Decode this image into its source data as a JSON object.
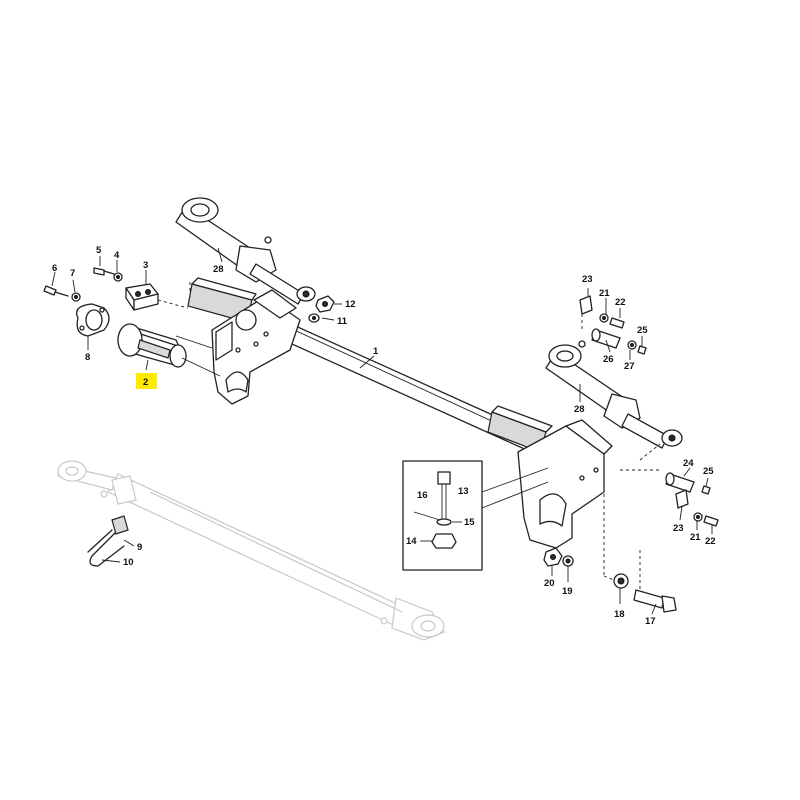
{
  "callouts": [
    {
      "id": "p1",
      "text": "1"
    },
    {
      "id": "p2",
      "text": "2",
      "highlighted": true
    },
    {
      "id": "p3",
      "text": "3"
    },
    {
      "id": "p4",
      "text": "4"
    },
    {
      "id": "p5",
      "text": "5"
    },
    {
      "id": "p6",
      "text": "6"
    },
    {
      "id": "p7",
      "text": "7"
    },
    {
      "id": "p8",
      "text": "8"
    },
    {
      "id": "p9",
      "text": "9"
    },
    {
      "id": "p10",
      "text": "10"
    },
    {
      "id": "p11",
      "text": "11"
    },
    {
      "id": "p12",
      "text": "12"
    },
    {
      "id": "p13",
      "text": "13"
    },
    {
      "id": "p14",
      "text": "14"
    },
    {
      "id": "p15",
      "text": "15"
    },
    {
      "id": "p16",
      "text": "16"
    },
    {
      "id": "p17",
      "text": "17"
    },
    {
      "id": "p18",
      "text": "18"
    },
    {
      "id": "p19",
      "text": "19"
    },
    {
      "id": "p20",
      "text": "20"
    },
    {
      "id": "p21a",
      "text": "21"
    },
    {
      "id": "p21b",
      "text": "21"
    },
    {
      "id": "p22a",
      "text": "22"
    },
    {
      "id": "p22b",
      "text": "22"
    },
    {
      "id": "p23a",
      "text": "23"
    },
    {
      "id": "p23b",
      "text": "23"
    },
    {
      "id": "p24",
      "text": "24"
    },
    {
      "id": "p25a",
      "text": "25"
    },
    {
      "id": "p25b",
      "text": "25"
    },
    {
      "id": "p26",
      "text": "26"
    },
    {
      "id": "p27",
      "text": "27"
    },
    {
      "id": "p28a",
      "text": "28"
    },
    {
      "id": "p28b",
      "text": "28"
    }
  ],
  "colors": {
    "line": "#222222",
    "highlight": "#ffea00",
    "ghost": "#c8c8c8"
  }
}
